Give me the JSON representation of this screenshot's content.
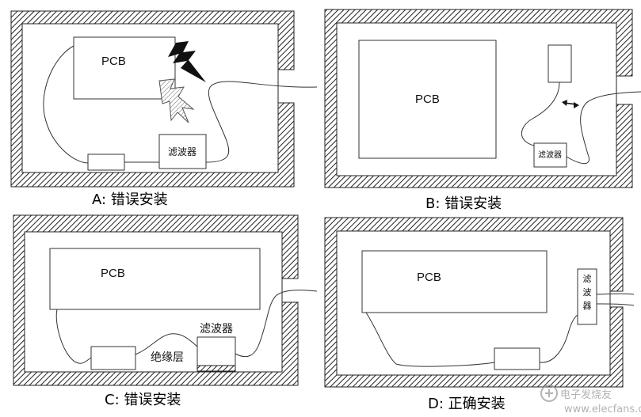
{
  "panels": {
    "a": {
      "caption": "A:  错误安装",
      "pcb": "PCB",
      "filter": "滤波器"
    },
    "b": {
      "caption": "B:  错误安装",
      "pcb": "PCB",
      "filter": "滤波器"
    },
    "c": {
      "caption": "C:  错误安装",
      "pcb": "PCB",
      "filter": "滤波器",
      "insulation": "绝缘层"
    },
    "d": {
      "caption": "D:  正确安装",
      "pcb": "PCB",
      "filter_chars": [
        "滤",
        "波",
        "器"
      ]
    }
  },
  "watermark": {
    "brand": "电子发烧友",
    "url": "www.elecfans.com"
  }
}
